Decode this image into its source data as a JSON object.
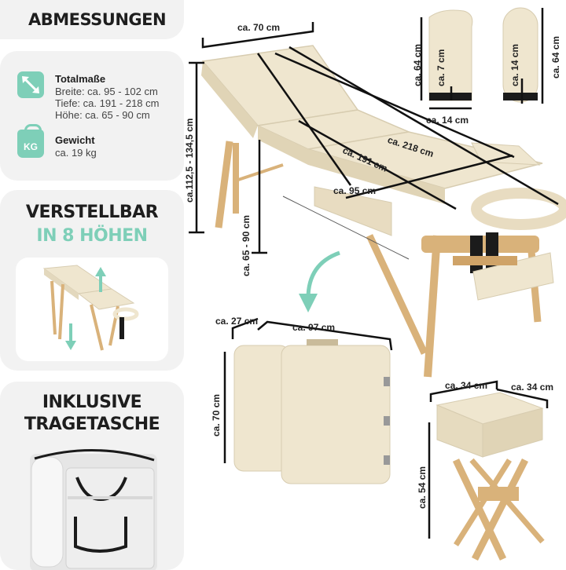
{
  "header": {
    "title": "ABMESSUNGEN"
  },
  "specs": {
    "size_title": "Totalmaße",
    "width": "Breite: ca. 95 - 102 cm",
    "depth": "Tiefe: ca. 191 - 218 cm",
    "height": "Höhe: ca. 65 - 90 cm",
    "weight_title": "Gewicht",
    "weight": "ca. 19 kg",
    "weight_icon_text": "KG"
  },
  "adjust": {
    "line1": "VERSTELLBAR",
    "line2": "IN 8 HÖHEN"
  },
  "bag": {
    "line1": "INKLUSIVE",
    "line2": "TRAGETASCHE"
  },
  "table_dims": {
    "top_width": "ca. 70 cm",
    "total_height": "ca.112,5 - 134,5 cm",
    "leg_height": "ca. 65 - 90 cm",
    "length_218": "ca. 218 cm",
    "length_191": "ca. 191 cm",
    "armrest": "ca. 95 cm"
  },
  "bolster_half": {
    "height": "ca. 64 cm",
    "depth": "ca. 7 cm",
    "width": "ca. 14 cm"
  },
  "bolster_round": {
    "height": "ca. 64 cm",
    "diameter": "ca. 14 cm"
  },
  "folded": {
    "depth": "ca. 27 cm",
    "width": "ca. 97 cm",
    "height": "ca. 70 cm"
  },
  "stool": {
    "width": "ca. 34 cm",
    "depth": "ca. 34 cm",
    "height": "ca. 54 cm"
  },
  "colors": {
    "accent": "#7ecfb8",
    "panel": "#f2f2f2",
    "cream": "#efe6cf",
    "wood": "#d9b27a",
    "strap": "#1b1b1b"
  },
  "icons": [
    "resize-diagonal-icon",
    "weight-kg-icon",
    "curved-arrow-icon",
    "up-down-arrow-icon"
  ]
}
